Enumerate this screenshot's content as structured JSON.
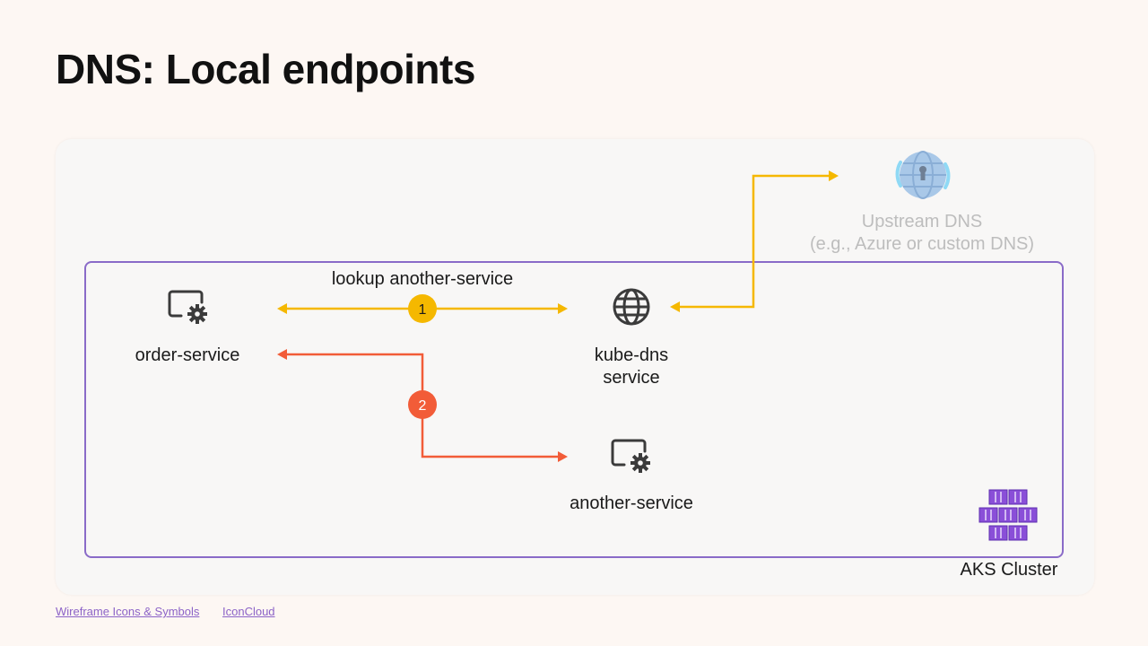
{
  "slide": {
    "title": "DNS: Local endpoints"
  },
  "nodes": {
    "order_service": "order-service",
    "kube_dns_line1": "kube-dns",
    "kube_dns_line2": "service",
    "another_service": "another-service",
    "upstream_line1": "Upstream DNS",
    "upstream_line2": "(e.g., Azure or custom DNS)",
    "cluster": "AKS Cluster"
  },
  "edges": {
    "lookup_label": "lookup another-service",
    "step1": "1",
    "step2": "2"
  },
  "footer": {
    "link1": "Wireframe Icons & Symbols",
    "link2": "IconCloud"
  },
  "colors": {
    "step1": "#f5b800",
    "step2": "#f25c38",
    "cluster_border": "#8a6bc8"
  }
}
